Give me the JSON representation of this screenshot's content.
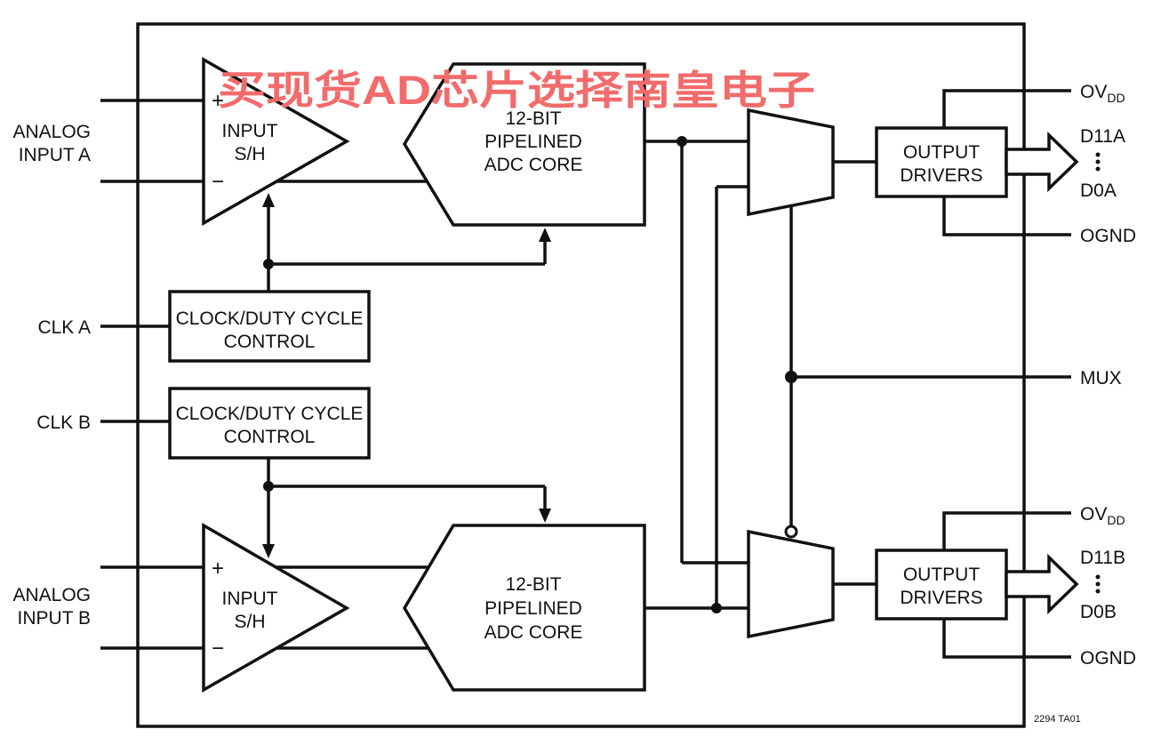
{
  "pins": {
    "analog_input_a": [
      "ANALOG",
      "INPUT A"
    ],
    "analog_input_b": [
      "ANALOG",
      "INPUT B"
    ],
    "clk_a": "CLK A",
    "clk_b": "CLK B",
    "ovdd": "OV",
    "ovdd_sub": "DD",
    "d11a": "D11A",
    "d0a": "D0A",
    "ognd": "OGND",
    "mux": "MUX",
    "d11b": "D11B",
    "d0b": "D0B"
  },
  "blocks": {
    "input_sh": [
      "INPUT",
      "S/H"
    ],
    "adc_core": [
      "12-BIT",
      "PIPELINED",
      "ADC CORE"
    ],
    "clock_control": [
      "CLOCK/DUTY CYCLE",
      "CONTROL"
    ],
    "output_drivers": [
      "OUTPUT",
      "DRIVERS"
    ]
  },
  "symbols": {
    "plus": "+",
    "minus": "−"
  },
  "figure_id": "2294 TA01",
  "watermark": {
    "text": "买现货AD芯片选择南皇电子",
    "color": "#f26b6b"
  },
  "colors": {
    "line": "#111111",
    "background": "#ffffff"
  }
}
